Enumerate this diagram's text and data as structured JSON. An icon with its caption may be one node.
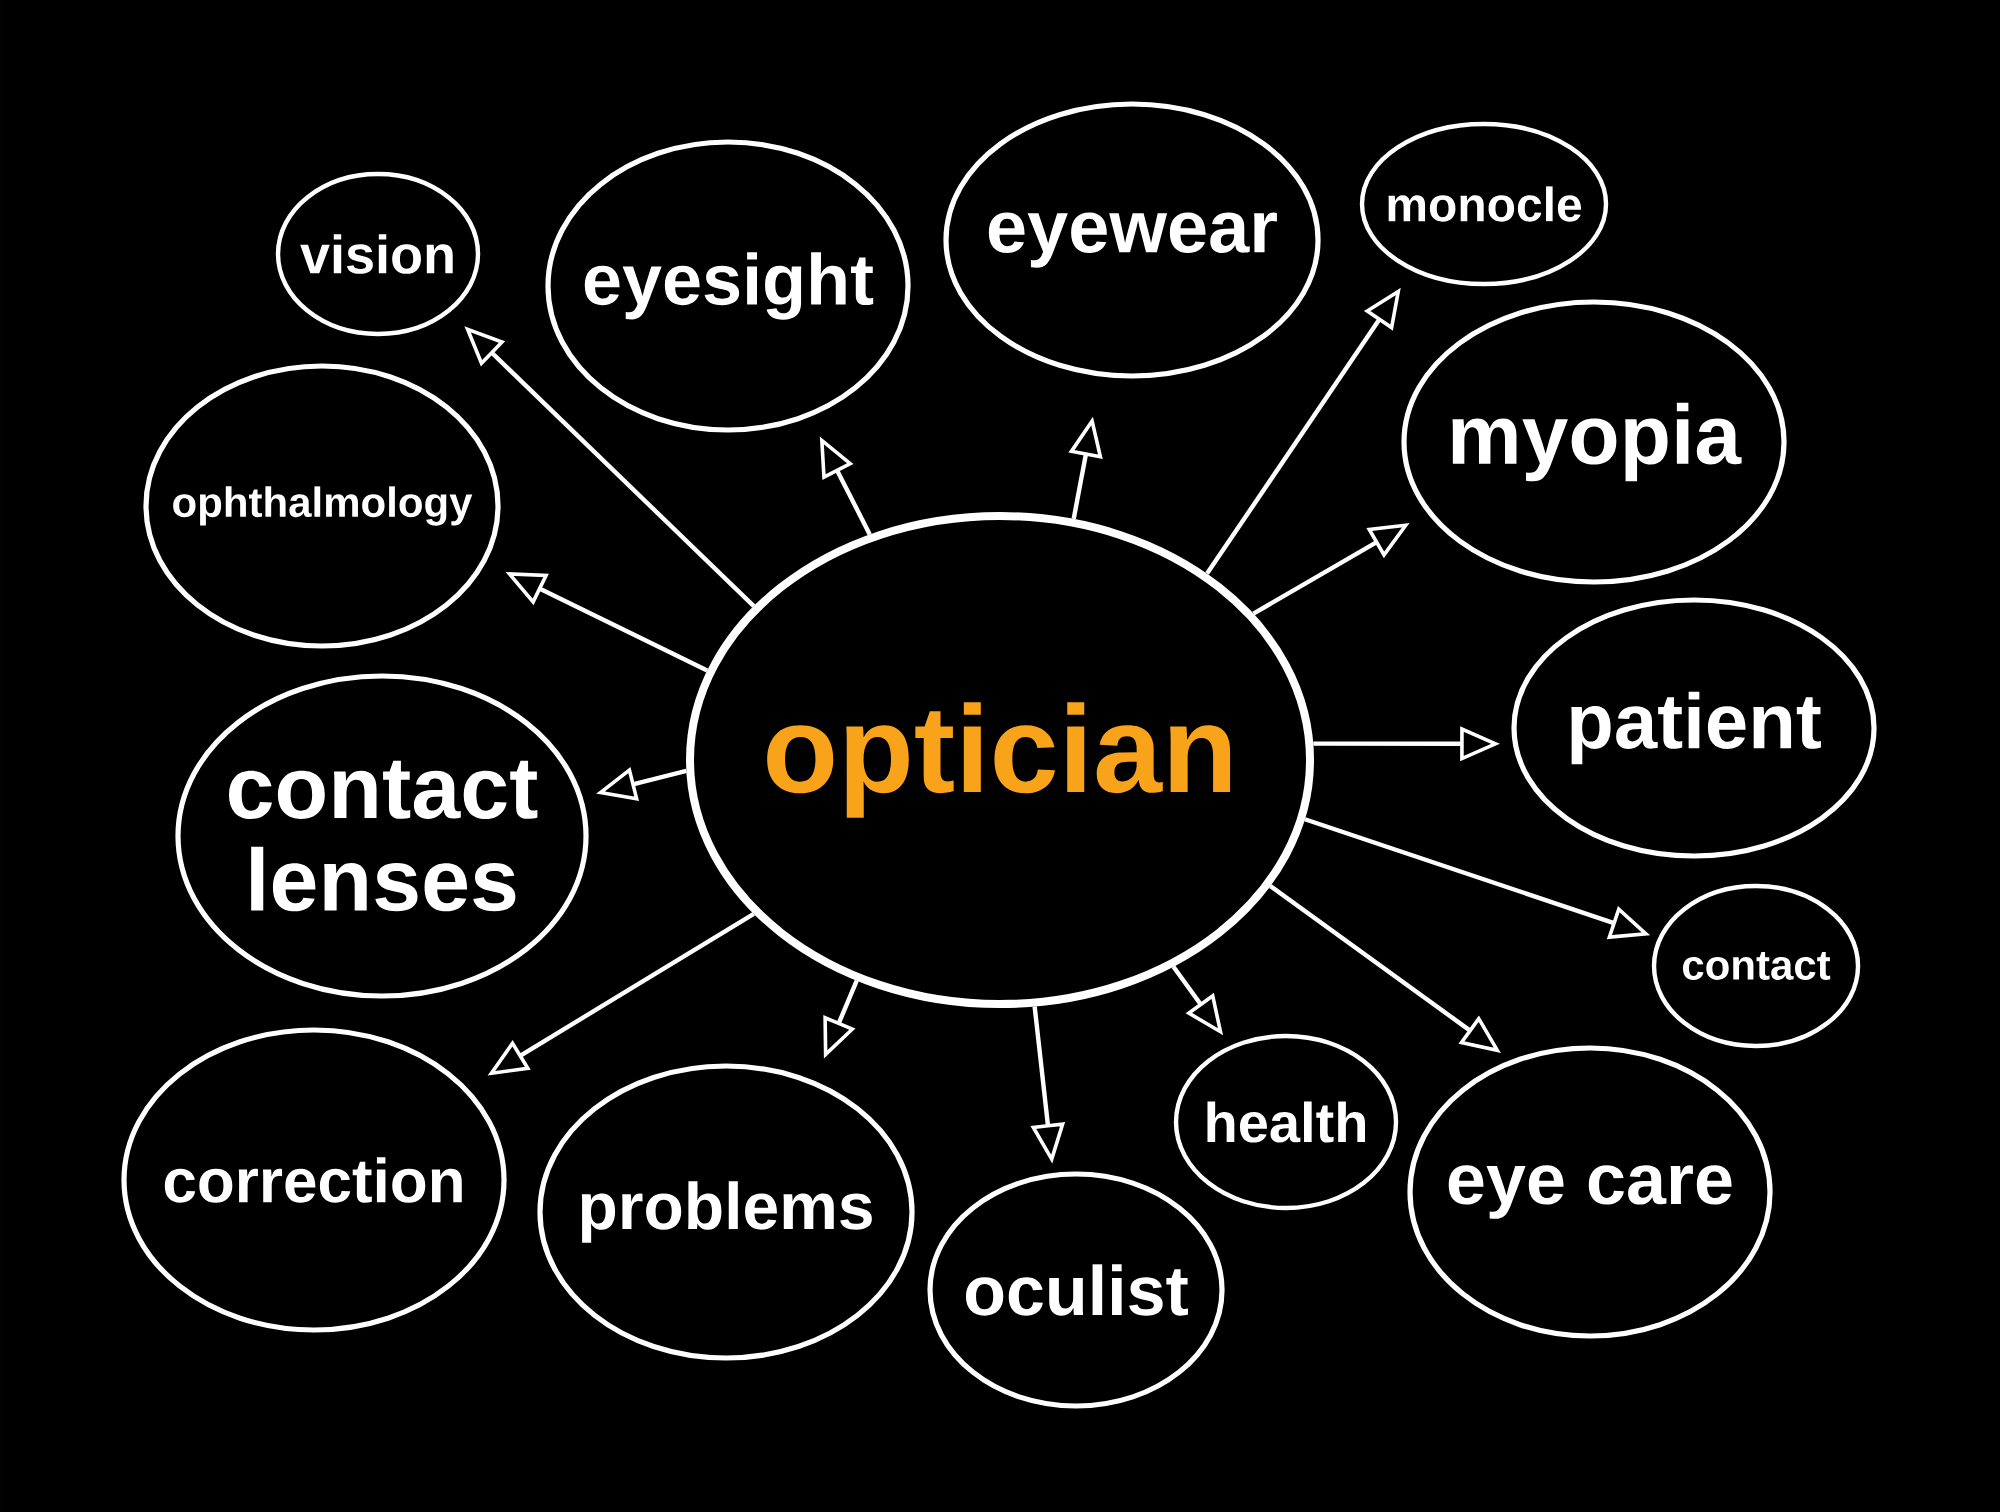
{
  "diagram": {
    "nodes": [
      {
        "text": [
          "optician"
        ]
      },
      {
        "text": [
          "vision"
        ]
      },
      {
        "text": [
          "eyesight"
        ]
      },
      {
        "text": [
          "eyewear"
        ]
      },
      {
        "text": [
          "monocle"
        ]
      },
      {
        "text": [
          "ophthalmology"
        ]
      },
      {
        "text": [
          "myopia"
        ]
      },
      {
        "text": [
          "contact lenses"
        ]
      },
      {
        "text": [
          "patient"
        ]
      },
      {
        "text": [
          "contact"
        ]
      },
      {
        "text": [
          "correction"
        ]
      },
      {
        "text": [
          "problems"
        ]
      },
      {
        "text": [
          "health"
        ]
      },
      {
        "text": [
          "oculist"
        ]
      },
      {
        "text": [
          "eye care"
        ]
      }
    ],
    "edges": [
      {
        "from": 0,
        "to": 1,
        "arrow": "to"
      },
      {
        "from": 0,
        "to": 2,
        "arrow": "to"
      },
      {
        "from": 0,
        "to": 3,
        "arrow": "to"
      },
      {
        "from": 0,
        "to": 4,
        "arrow": "to"
      },
      {
        "from": 0,
        "to": 5,
        "arrow": "to"
      },
      {
        "from": 0,
        "to": 6,
        "arrow": "to"
      },
      {
        "from": 0,
        "to": 7,
        "arrow": "to"
      },
      {
        "from": 0,
        "to": 8,
        "arrow": "to"
      },
      {
        "from": 0,
        "to": 9,
        "arrow": "to"
      },
      {
        "from": 0,
        "to": 10,
        "arrow": "to"
      },
      {
        "from": 0,
        "to": 11,
        "arrow": "to"
      },
      {
        "from": 0,
        "to": 12,
        "arrow": "to"
      },
      {
        "from": 0,
        "to": 13,
        "arrow": "to"
      },
      {
        "from": 0,
        "to": 14,
        "arrow": "to"
      }
    ]
  }
}
